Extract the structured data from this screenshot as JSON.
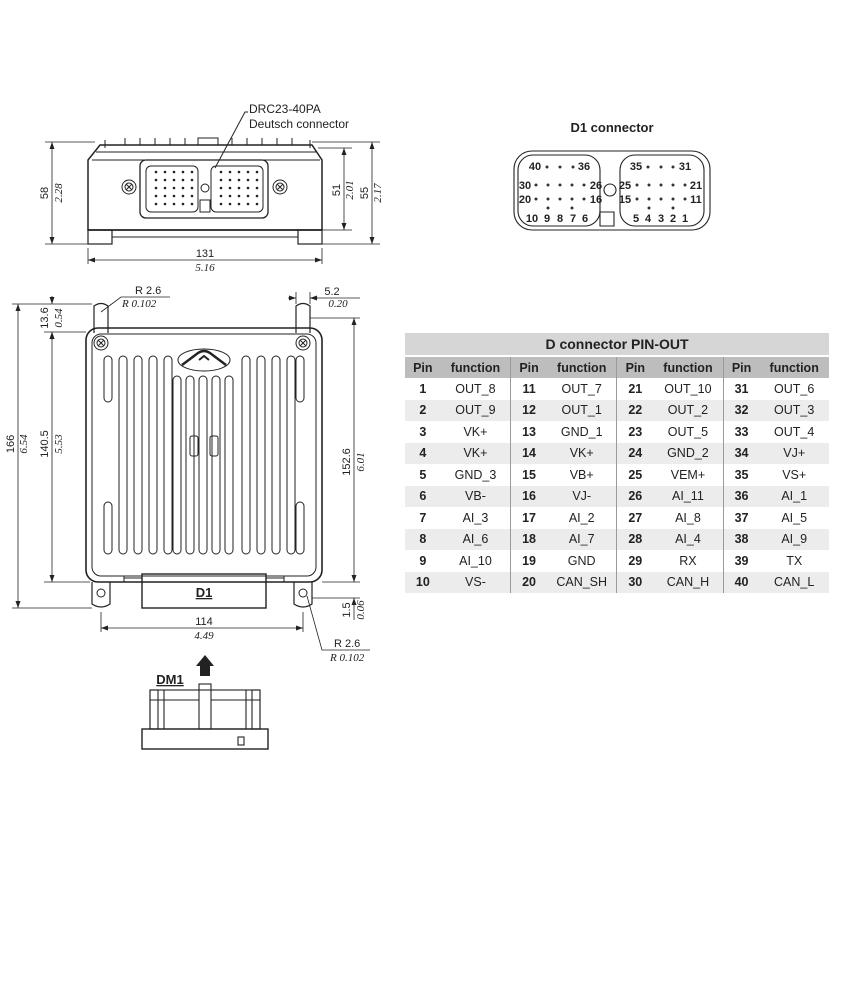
{
  "front_view": {
    "connector_part": "DRC23-40PA",
    "connector_desc": "Deutsch connector",
    "dim_height": "58",
    "dim_height_in": "2.28",
    "dim_h51": "51",
    "dim_h51_in": "2.01",
    "dim_h55": "55",
    "dim_h55_in": "2.17",
    "dim_width": "131",
    "dim_width_in": "5.16"
  },
  "d1_connector": {
    "title": "D1 connector",
    "pin_labels": {
      "p40": "40",
      "p36": "36",
      "p35": "35",
      "p31": "31",
      "p30": "30",
      "p26": "26",
      "p25": "25",
      "p21": "21",
      "p20": "20",
      "p16": "16",
      "p15": "15",
      "p11": "11",
      "p10": "10",
      "p9": "9",
      "p8": "8",
      "p7": "7",
      "p6": "6",
      "p5": "5",
      "p4": "4",
      "p3": "3",
      "p2": "2",
      "p1": "1"
    }
  },
  "top_view": {
    "r_top": "R 2.6",
    "r_top_in": "R 0.102",
    "dim_5_2": "5.2",
    "dim_5_2_in": "0.20",
    "dim_13_6": "13.6",
    "dim_13_6_in": "0.54",
    "dim_166": "166",
    "dim_166_in": "6.54",
    "dim_140_5": "140.5",
    "dim_140_5_in": "5.53",
    "dim_152_6": "152.6",
    "dim_152_6_in": "6.01",
    "dim_1_5": "1.5",
    "dim_1_5_in": "0.06",
    "dim_114": "114",
    "dim_114_in": "4.49",
    "r_bottom": "R 2.6",
    "r_bottom_in": "R 0.102",
    "connector_label": "D1"
  },
  "mating": {
    "label": "DM1"
  },
  "pinout_table": {
    "title": "D connector PIN-OUT",
    "col_pin": "Pin",
    "col_function": "function",
    "rows": [
      [
        {
          "pin": "1",
          "fn": "OUT_8"
        },
        {
          "pin": "11",
          "fn": "OUT_7"
        },
        {
          "pin": "21",
          "fn": "OUT_10"
        },
        {
          "pin": "31",
          "fn": "OUT_6"
        }
      ],
      [
        {
          "pin": "2",
          "fn": "OUT_9"
        },
        {
          "pin": "12",
          "fn": "OUT_1"
        },
        {
          "pin": "22",
          "fn": "OUT_2"
        },
        {
          "pin": "32",
          "fn": "OUT_3"
        }
      ],
      [
        {
          "pin": "3",
          "fn": "VK+"
        },
        {
          "pin": "13",
          "fn": "GND_1"
        },
        {
          "pin": "23",
          "fn": "OUT_5"
        },
        {
          "pin": "33",
          "fn": "OUT_4"
        }
      ],
      [
        {
          "pin": "4",
          "fn": "VK+"
        },
        {
          "pin": "14",
          "fn": "VK+"
        },
        {
          "pin": "24",
          "fn": "GND_2"
        },
        {
          "pin": "34",
          "fn": "VJ+"
        }
      ],
      [
        {
          "pin": "5",
          "fn": "GND_3"
        },
        {
          "pin": "15",
          "fn": "VB+"
        },
        {
          "pin": "25",
          "fn": "VEM+"
        },
        {
          "pin": "35",
          "fn": "VS+"
        }
      ],
      [
        {
          "pin": "6",
          "fn": "VB-"
        },
        {
          "pin": "16",
          "fn": "VJ-"
        },
        {
          "pin": "26",
          "fn": "AI_11"
        },
        {
          "pin": "36",
          "fn": "AI_1"
        }
      ],
      [
        {
          "pin": "7",
          "fn": "AI_3"
        },
        {
          "pin": "17",
          "fn": "AI_2"
        },
        {
          "pin": "27",
          "fn": "AI_8"
        },
        {
          "pin": "37",
          "fn": "AI_5"
        }
      ],
      [
        {
          "pin": "8",
          "fn": "AI_6"
        },
        {
          "pin": "18",
          "fn": "AI_7"
        },
        {
          "pin": "28",
          "fn": "AI_4"
        },
        {
          "pin": "38",
          "fn": "AI_9"
        }
      ],
      [
        {
          "pin": "9",
          "fn": "AI_10"
        },
        {
          "pin": "19",
          "fn": "GND"
        },
        {
          "pin": "29",
          "fn": "RX"
        },
        {
          "pin": "39",
          "fn": "TX"
        }
      ],
      [
        {
          "pin": "10",
          "fn": "VS-"
        },
        {
          "pin": "20",
          "fn": "CAN_SH"
        },
        {
          "pin": "30",
          "fn": "CAN_H"
        },
        {
          "pin": "40",
          "fn": "CAN_L"
        }
      ]
    ]
  }
}
